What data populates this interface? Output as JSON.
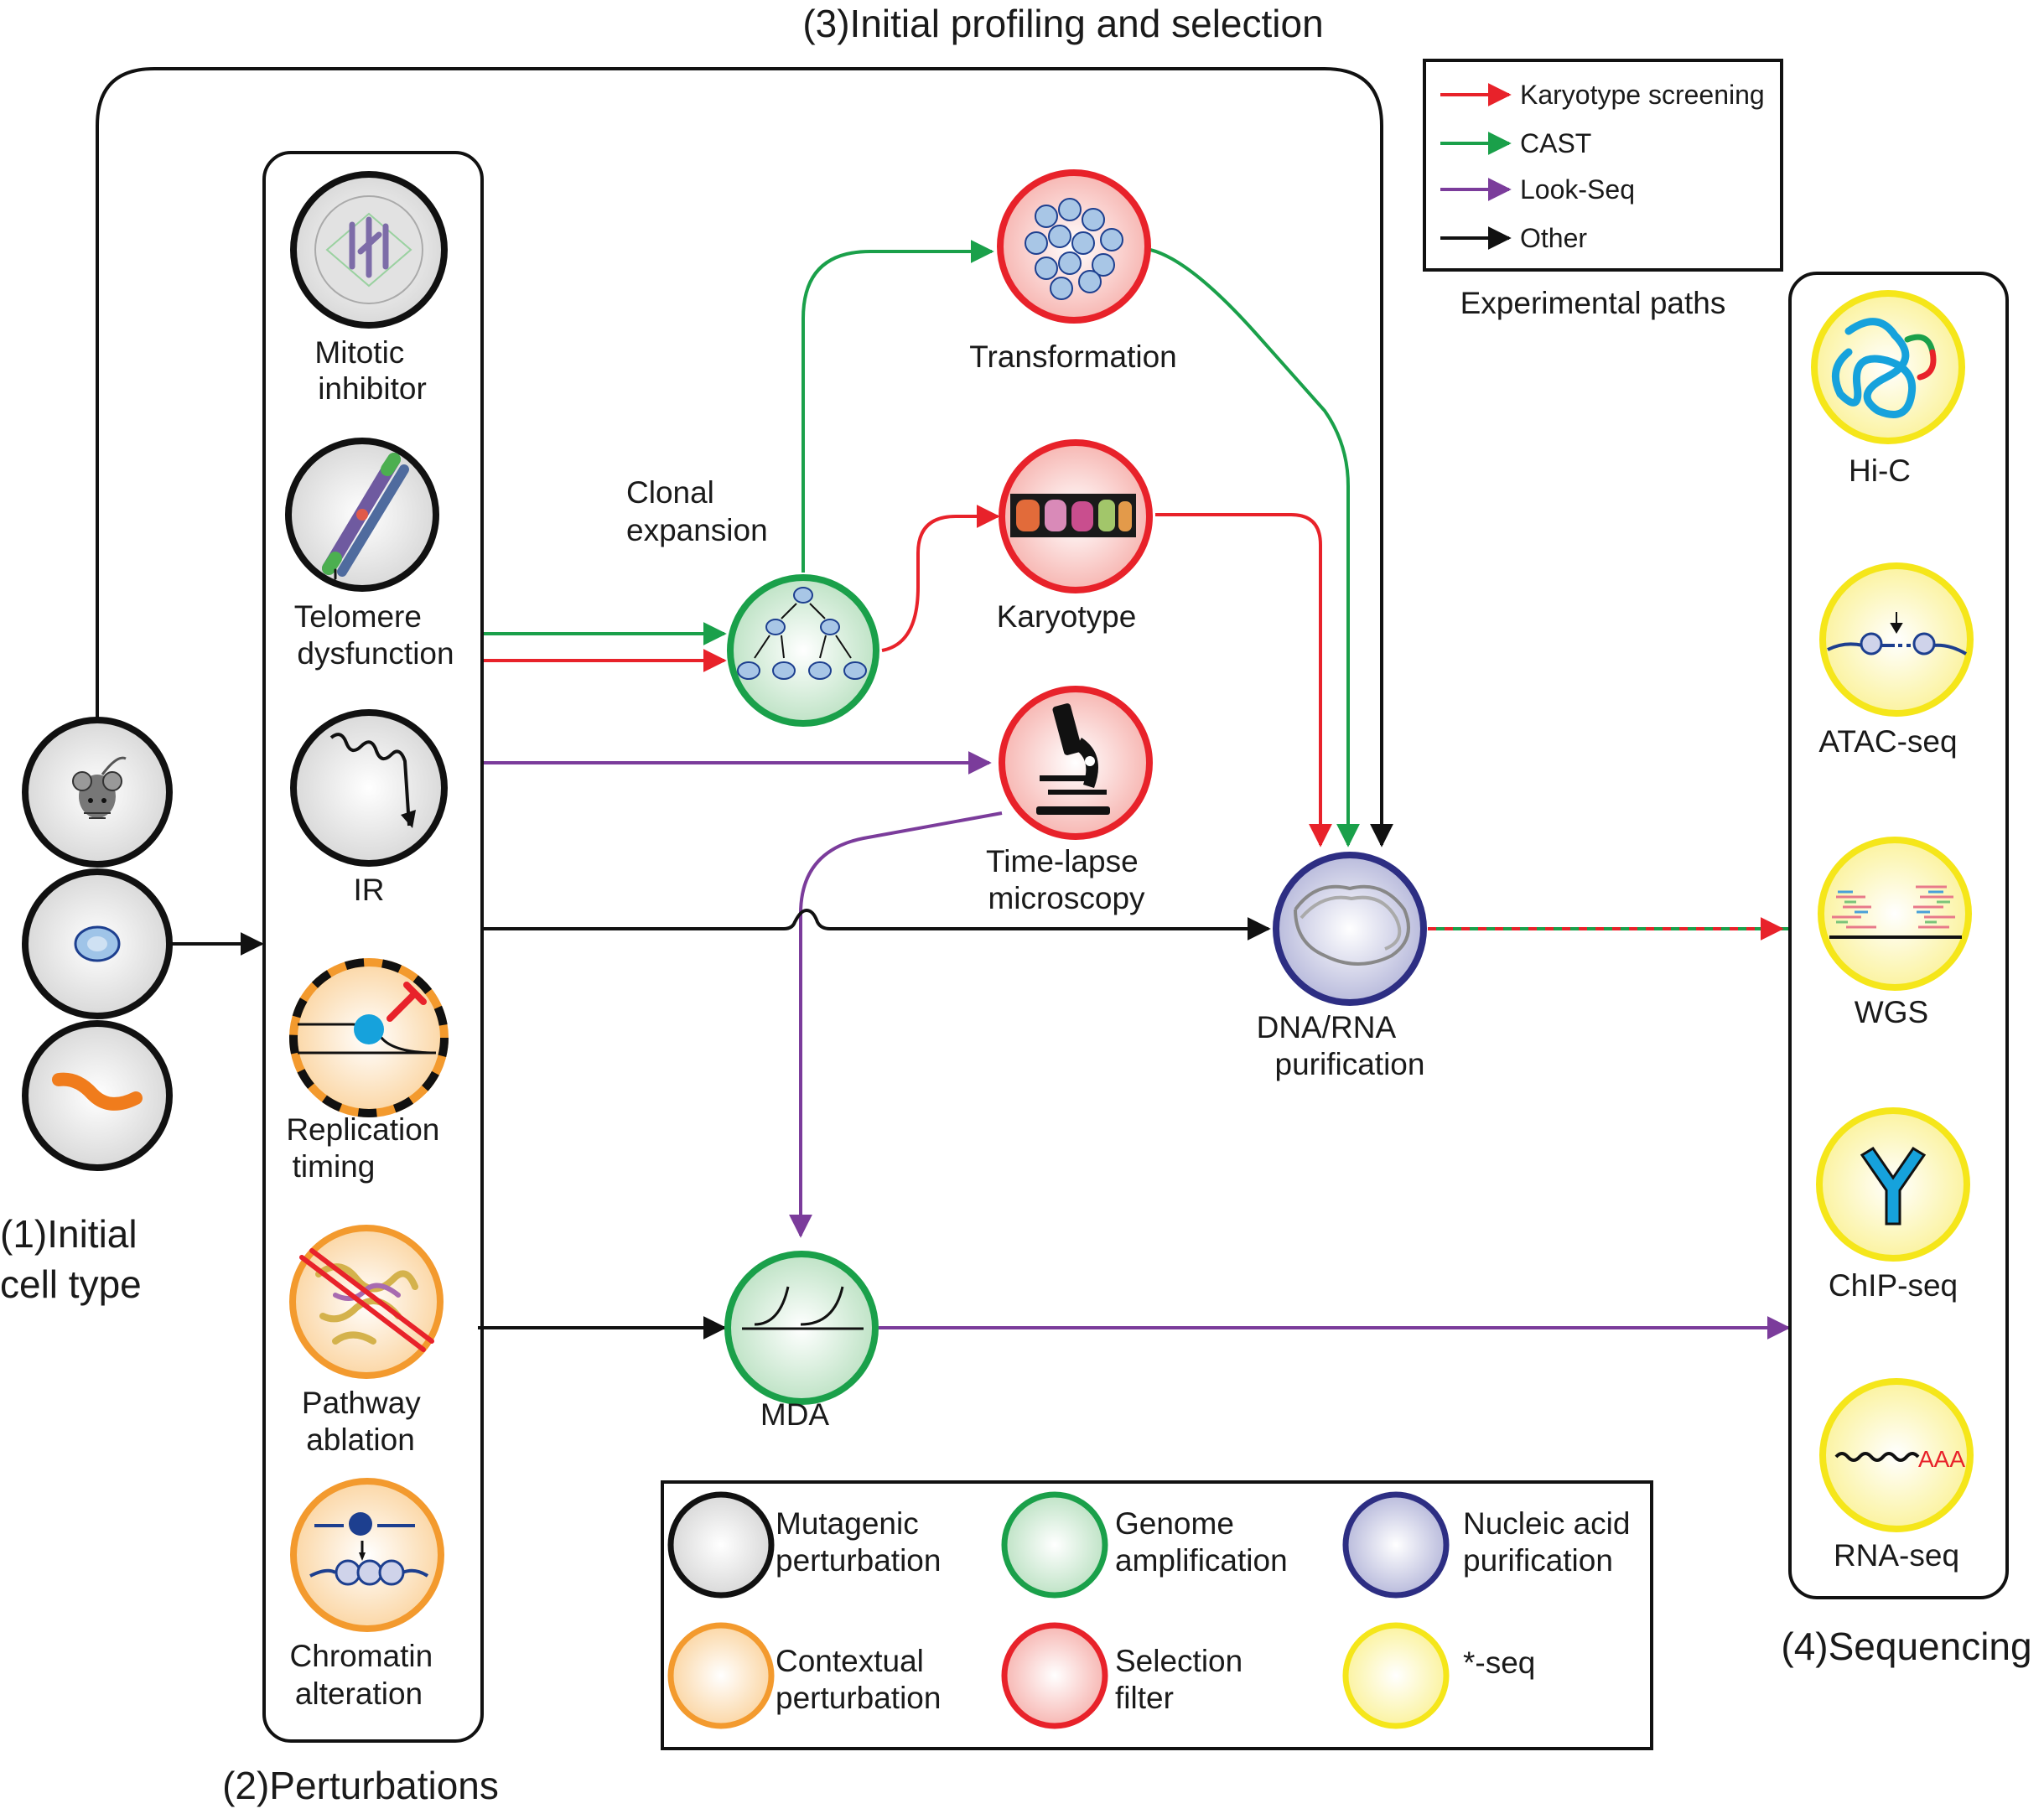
{
  "sections": {
    "initial_cell_type": [
      "(1)Initial",
      "cell type"
    ],
    "perturbations": "(2)Perturbations",
    "profiling": "(3)Initial profiling and selection",
    "sequencing": "(4)Sequencing"
  },
  "perturbations": [
    {
      "label": [
        "Mitotic",
        "inhibitor"
      ],
      "icon": "mitotic-spindle-icon"
    },
    {
      "label": [
        "Telomere",
        "dysfunction"
      ],
      "icon": "chromosome-icon"
    },
    {
      "label": [
        "IR"
      ],
      "icon": "radiation-wave-icon"
    },
    {
      "label": [
        "Replication",
        "timing"
      ],
      "icon": "replication-fork-icon"
    },
    {
      "label": [
        "Pathway",
        "ablation"
      ],
      "icon": "protein-structure-icon"
    },
    {
      "label": [
        "Chromatin",
        "alteration"
      ],
      "icon": "nucleosome-icon"
    }
  ],
  "cell_types": [
    {
      "icon": "mouse-icon"
    },
    {
      "icon": "cell-icon"
    },
    {
      "icon": "worm-icon"
    }
  ],
  "steps": {
    "clonal": [
      "Clonal",
      "expansion"
    ],
    "transformation": "Transformation",
    "karyotype": "Karyotype",
    "timelapse": [
      "Time-lapse",
      "microscopy"
    ],
    "purification": [
      "DNA/RNA",
      "purification"
    ],
    "mda": "MDA"
  },
  "sequencing": [
    {
      "label": "Hi-C",
      "icon": "chromatin-loop-icon"
    },
    {
      "label": "ATAC-seq",
      "icon": "transposase-icon"
    },
    {
      "label": "WGS",
      "icon": "reads-icon"
    },
    {
      "label": "ChIP-seq",
      "icon": "antibody-icon"
    },
    {
      "label": "RNA-seq",
      "icon": "mrna-icon",
      "polyA": "AAA"
    }
  ],
  "paths_legend": {
    "title": "Experimental paths",
    "items": [
      {
        "label": "Karyotype screening",
        "color": "#e8222a"
      },
      {
        "label": "CAST",
        "color": "#1aa04a"
      },
      {
        "label": "Look-Seq",
        "color": "#7b3c9b"
      },
      {
        "label": "Other",
        "color": "#111111"
      }
    ]
  },
  "node_legend": [
    {
      "label": [
        "Mutagenic",
        "perturbation"
      ],
      "color": "#111111"
    },
    {
      "label": [
        "Genome",
        "amplification"
      ],
      "color": "#1aa04a"
    },
    {
      "label": [
        "Nucleic acid",
        "purification"
      ],
      "color": "#2d2e83"
    },
    {
      "label": [
        "Contextual",
        "perturbation"
      ],
      "color": "#f39a2e"
    },
    {
      "label": [
        "Selection",
        "filter"
      ],
      "color": "#e8222a"
    },
    {
      "label": [
        "*-seq"
      ],
      "color": "#f5e61a"
    }
  ],
  "colors": {
    "red": "#e8222a",
    "green": "#1aa04a",
    "purple": "#7b3c9b",
    "black": "#111111",
    "navy": "#2d2e83",
    "orange": "#f39a2e",
    "yellow": "#f5e61a"
  }
}
